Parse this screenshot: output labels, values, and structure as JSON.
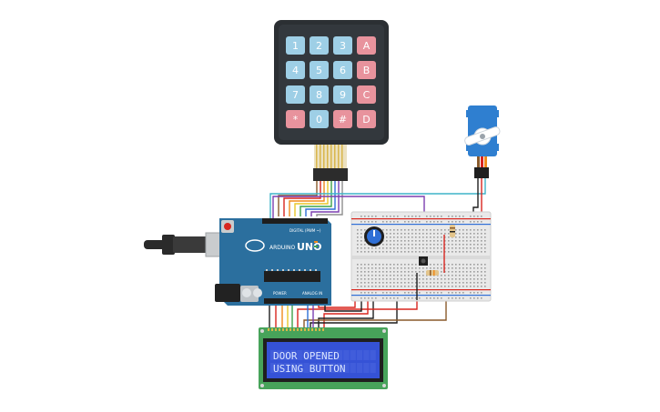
{
  "keypad": {
    "keys": [
      "1",
      "2",
      "3",
      "A",
      "4",
      "5",
      "6",
      "B",
      "7",
      "8",
      "9",
      "C",
      "*",
      "0",
      "#",
      "D"
    ],
    "digit_color": "#9ecfe6",
    "letter_color": "#e8939d",
    "body_color": "#2b2f33"
  },
  "arduino": {
    "model": "UNO",
    "brand": "ARDUINO",
    "digital_label": "DIGITAL (PWM ~)",
    "power_label": "POWER",
    "analog_label": "ANALOG IN",
    "board_color": "#2b6f9e"
  },
  "lcd": {
    "line1": "DOOR OPENED",
    "line2": "USING BUTTON",
    "bg_color": "#3552d6",
    "text_color": "#dce6ff",
    "pcb_color": "#47a35a"
  },
  "servo": {
    "body_color": "#2f7fd0"
  },
  "breadboard": {
    "color": "#e9e9e9"
  },
  "wire_colors": {
    "red": "#d8261f",
    "black": "#1f1f1f",
    "orange": "#f08a1c",
    "yellow": "#e8c72a",
    "green": "#3fa34a",
    "blue": "#2f6fd6",
    "purple": "#7c3fb0",
    "brown": "#8a5a2b",
    "cyan": "#3fb3c9",
    "gray": "#8f8f8f"
  }
}
